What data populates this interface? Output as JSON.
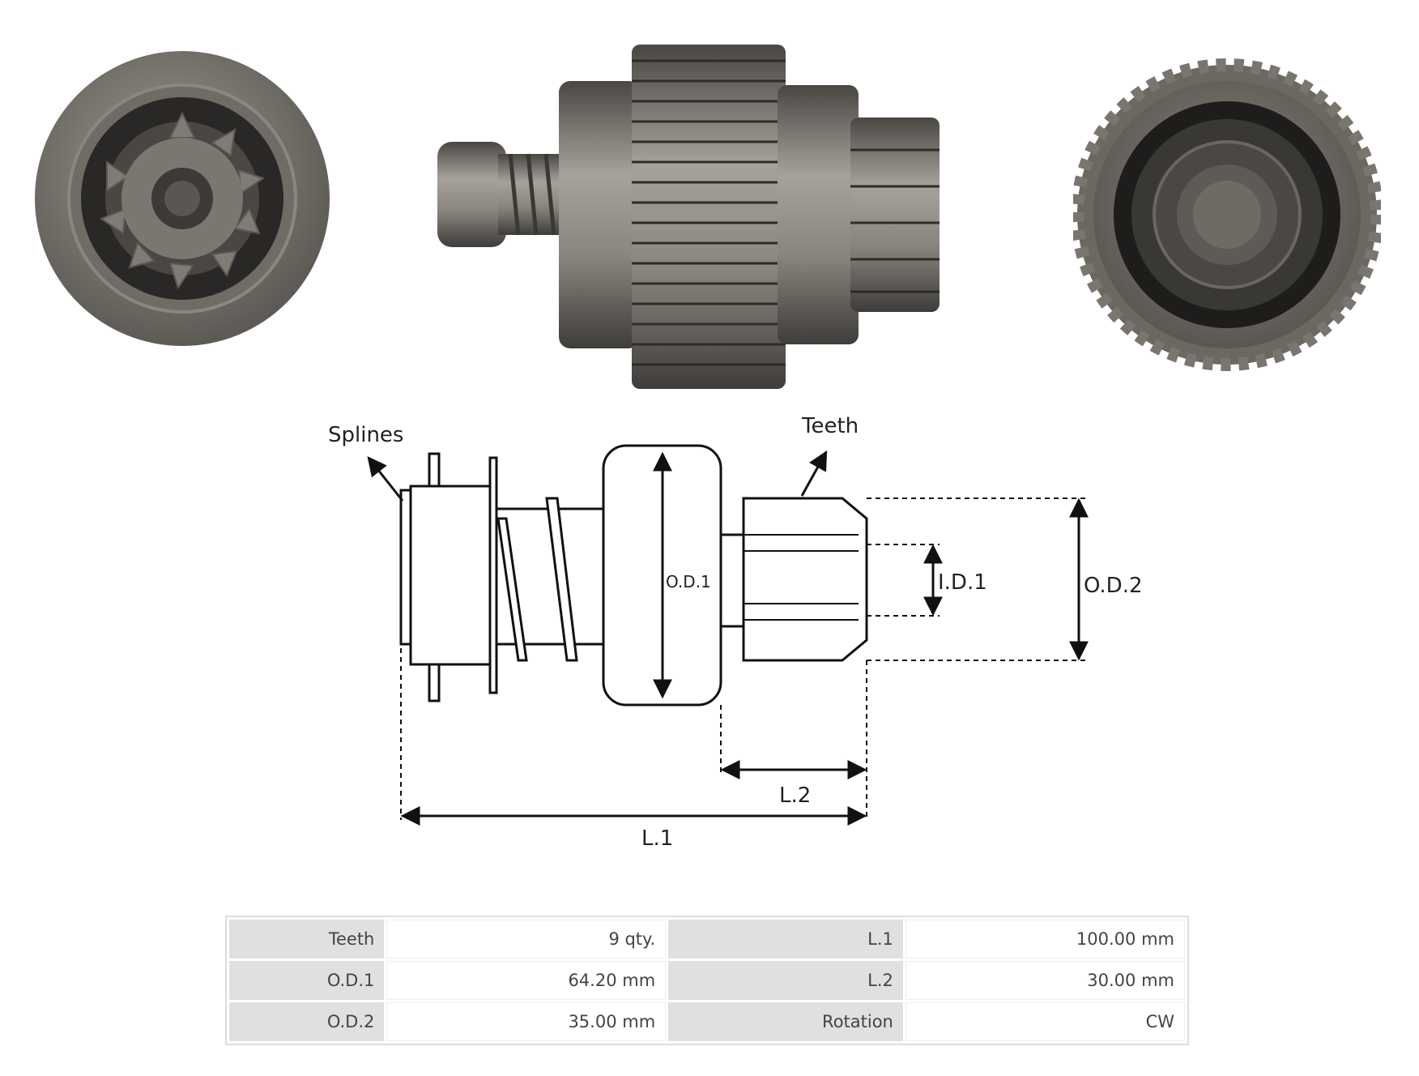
{
  "diagram_labels": {
    "splines": "Splines",
    "teeth": "Teeth",
    "od1": "O.D.1",
    "id1": "I.D.1",
    "od2": "O.D.2",
    "l2": "L.2",
    "l1": "L.1"
  },
  "specs": [
    {
      "k1": "Teeth",
      "v1": "9 qty.",
      "k2": "L.1",
      "v2": "100.00 mm"
    },
    {
      "k1": "O.D.1",
      "v1": "64.20 mm",
      "k2": "L.2",
      "v2": "30.00 mm"
    },
    {
      "k1": "O.D.2",
      "v1": "35.00 mm",
      "k2": "Rotation",
      "v2": "CW"
    }
  ],
  "colors": {
    "metal_dark": "#55524d",
    "metal_mid": "#7d7a74",
    "metal_light": "#a9a59e",
    "table_header": "#e0e0e0"
  }
}
